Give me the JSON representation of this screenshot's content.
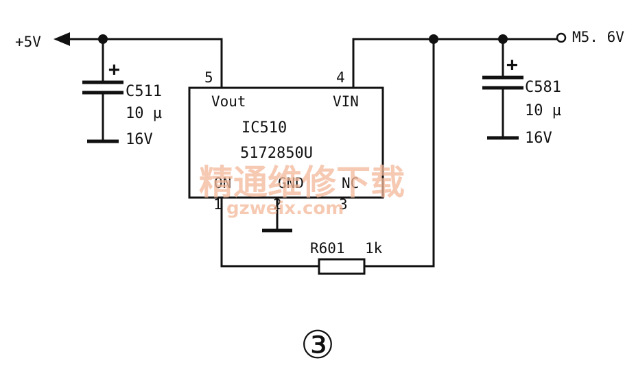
{
  "schematic": {
    "supply_out_label": "+5V",
    "supply_in_label": "M5. 6V",
    "ic": {
      "ref": "IC510",
      "part": "5172850U",
      "pins": [
        {
          "num": "5",
          "name": "Vout"
        },
        {
          "num": "4",
          "name": "VIN"
        },
        {
          "num": "1",
          "name": "ON"
        },
        {
          "num": "2",
          "name": "GND"
        },
        {
          "num": "3",
          "name": "NC"
        }
      ]
    },
    "c_out": {
      "ref": "C511",
      "value": "10 µ",
      "voltage": "16V"
    },
    "c_in": {
      "ref": "C581",
      "value": "10 µ",
      "voltage": "16V"
    },
    "resistor": {
      "ref": "R601",
      "value": "1k"
    },
    "polarity_mark": "+",
    "figure_number": "③"
  },
  "watermark": {
    "cn": "精通维修下载",
    "url": "gzweix.com"
  },
  "colors": {
    "ink": "#111111",
    "watermark": "#f3b89a"
  }
}
